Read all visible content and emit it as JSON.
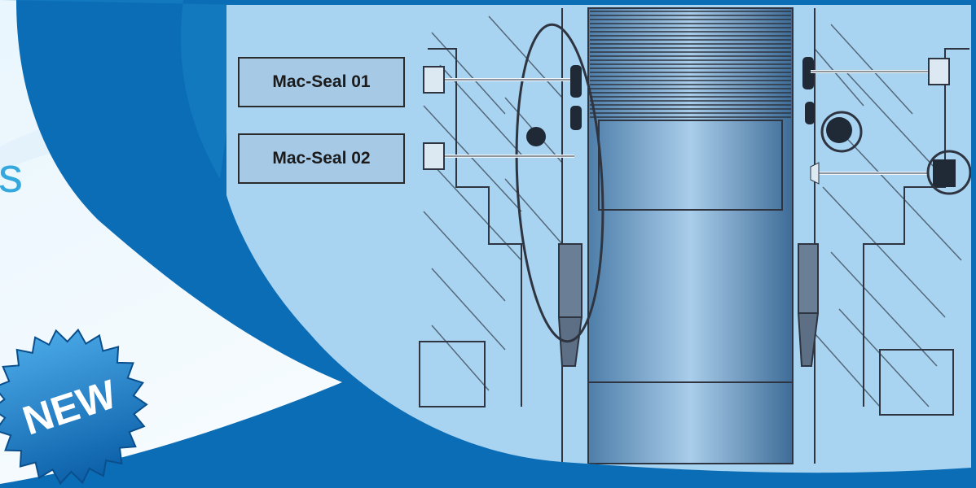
{
  "callouts": [
    {
      "label": "Mac-Seal 01"
    },
    {
      "label": "Mac-Seal 02"
    }
  ],
  "heading_fragment": "s",
  "badge": {
    "text": "NEW"
  },
  "colors": {
    "brand_blue": "#0b6db5",
    "light_blue": "#a8d4f2",
    "accent_cyan": "#35a9dd",
    "line_dark": "#2e3440"
  }
}
